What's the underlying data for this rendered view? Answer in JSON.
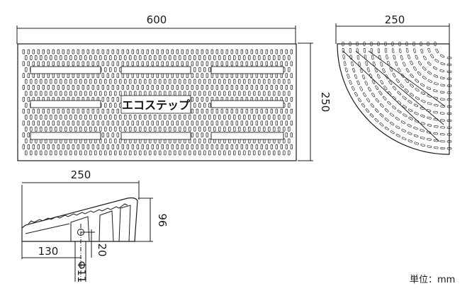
{
  "top_view": {
    "width_label": "600",
    "depth_label": "250",
    "product_label": "エコステップ"
  },
  "corner_view": {
    "width_label": "250"
  },
  "side_view": {
    "length_label": "250",
    "height_label": "96",
    "base_label": "130",
    "hole_offset_label": "20",
    "hole_diameter_label": "Φ11"
  },
  "units": "単位：mm",
  "colors": {
    "line": "#1a1a1a",
    "fill": "#ffffff"
  }
}
